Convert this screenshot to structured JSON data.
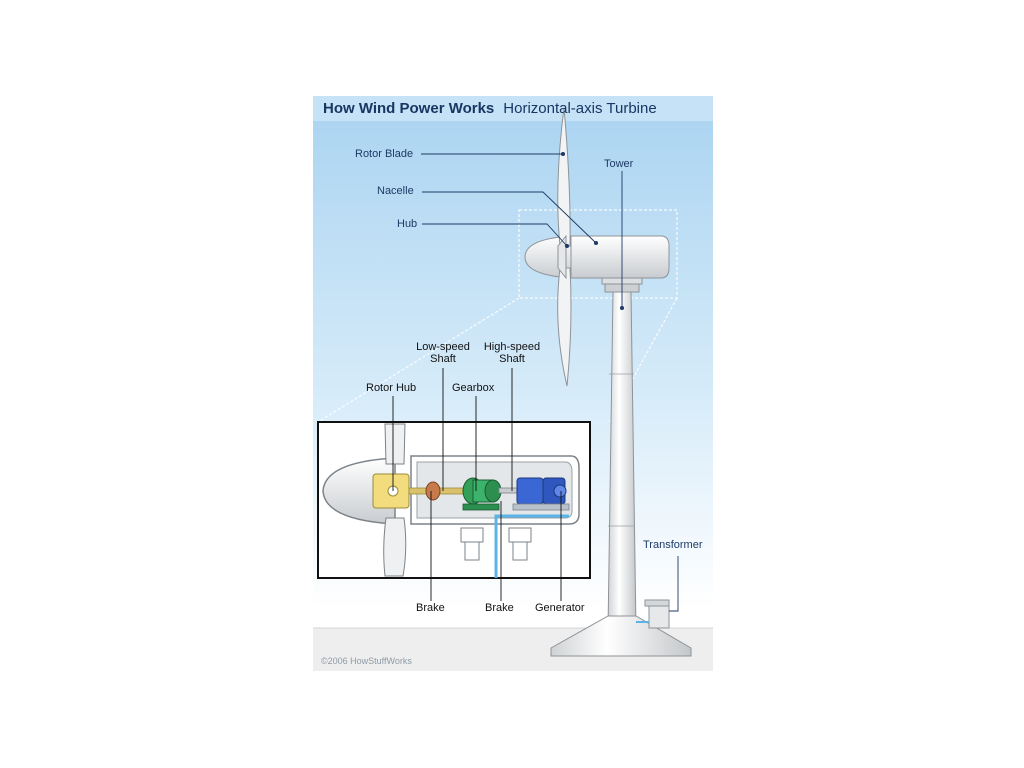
{
  "header": {
    "title": "How Wind Power Works",
    "subtitle": "Horizontal-axis Turbine"
  },
  "labels": {
    "rotor_blade": "Rotor Blade",
    "nacelle": "Nacelle",
    "hub": "Hub",
    "tower": "Tower",
    "low_speed_shaft_1": "Low-speed",
    "low_speed_shaft_2": "Shaft",
    "high_speed_shaft_1": "High-speed",
    "high_speed_shaft_2": "Shaft",
    "rotor_hub": "Rotor Hub",
    "gearbox": "Gearbox",
    "transformer": "Transformer",
    "brake_1": "Brake",
    "brake_2": "Brake",
    "generator": "Generator"
  },
  "footer": {
    "copyright": "©2006 HowStuffWorks"
  },
  "colors": {
    "sky_top": "#a9d3f1",
    "sky_bottom": "#ffffff",
    "title_bar": "#c5e2f6",
    "ground": "#eeeeee",
    "leader_line": "#1e3a66",
    "gearbox_green": "#33a05a",
    "generator_blue": "#3b67d4",
    "rotor_hub_yellow": "#f2dc7d",
    "brake_orange": "#c87b4a",
    "cable_blue": "#5bb4e8"
  }
}
